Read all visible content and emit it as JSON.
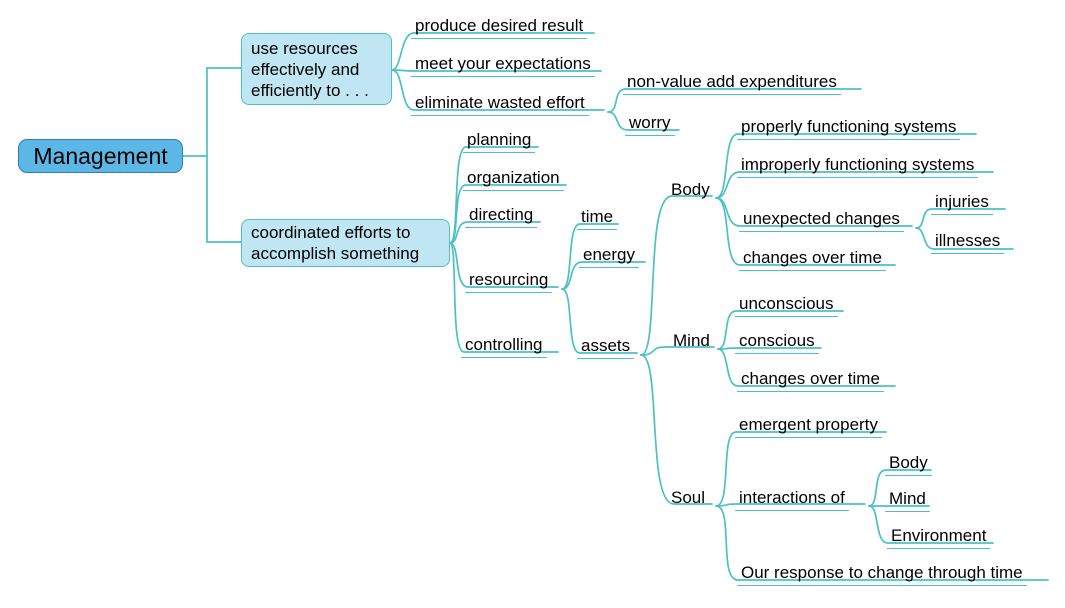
{
  "diagram": {
    "title": "Management",
    "type": "mind-map",
    "line_color": "#4BC0C8",
    "root_fill": "#5BB7E5",
    "root_border": "#2F7FA8",
    "branch_fill": "#BFE6F2",
    "branch_border": "#4BC0C8",
    "text_color": "#000000",
    "background": "#ffffff"
  },
  "root": {
    "label": "Management"
  },
  "branches": [
    {
      "id": "effectiveness",
      "line1": "use resources",
      "line2": "effectively and",
      "line3": "efficiently to . . .",
      "children": [
        {
          "id": "produce-desired-result",
          "label": "produce desired result"
        },
        {
          "id": "meet-your-expectations",
          "label": "meet your expectations"
        },
        {
          "id": "eliminate-wasted-effort",
          "label": "eliminate wasted effort",
          "children": [
            {
              "id": "non-value-add-expenditures",
              "label": "non-value add expenditures"
            },
            {
              "id": "worry",
              "label": "worry"
            }
          ]
        }
      ]
    },
    {
      "id": "coordination",
      "line1": "coordinated efforts to",
      "line2": "accomplish something",
      "children": [
        {
          "id": "planning",
          "label": "planning"
        },
        {
          "id": "organization",
          "label": "organization"
        },
        {
          "id": "directing",
          "label": "directing"
        },
        {
          "id": "resourcing",
          "label": "resourcing",
          "children": [
            {
              "id": "time",
              "label": "time"
            },
            {
              "id": "energy",
              "label": "energy"
            },
            {
              "id": "assets",
              "label": "assets",
              "children": [
                {
                  "id": "body",
                  "label": "Body",
                  "children": [
                    {
                      "id": "properly-functioning-systems",
                      "label": "properly functioning systems"
                    },
                    {
                      "id": "improperly-functioning-systems",
                      "label": "improperly functioning systems"
                    },
                    {
                      "id": "unexpected-changes",
                      "label": "unexpected changes",
                      "children": [
                        {
                          "id": "injuries",
                          "label": "injuries"
                        },
                        {
                          "id": "illnesses",
                          "label": "illnesses"
                        }
                      ]
                    },
                    {
                      "id": "body-changes-over-time",
                      "label": "changes over time"
                    }
                  ]
                },
                {
                  "id": "mind",
                  "label": "Mind",
                  "children": [
                    {
                      "id": "unconscious",
                      "label": "unconscious"
                    },
                    {
                      "id": "conscious",
                      "label": "conscious"
                    },
                    {
                      "id": "mind-changes-over-time",
                      "label": "changes over time"
                    }
                  ]
                },
                {
                  "id": "soul",
                  "label": "Soul",
                  "children": [
                    {
                      "id": "emergent-property",
                      "label": "emergent property"
                    },
                    {
                      "id": "interactions-of",
                      "label": "interactions of",
                      "children": [
                        {
                          "id": "interaction-body",
                          "label": "Body"
                        },
                        {
                          "id": "interaction-mind",
                          "label": "Mind"
                        },
                        {
                          "id": "interaction-environment",
                          "label": "Environment"
                        }
                      ]
                    },
                    {
                      "id": "our-response-to-change",
                      "label": "Our response to change through time"
                    }
                  ]
                }
              ]
            }
          ]
        },
        {
          "id": "controlling",
          "label": "controlling"
        }
      ]
    }
  ]
}
